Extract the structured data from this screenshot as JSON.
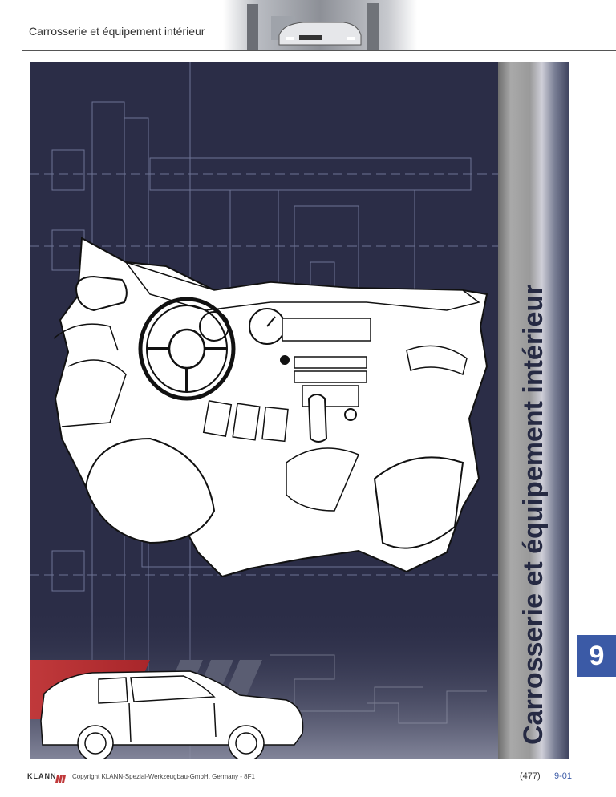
{
  "header": {
    "title": "Carrosserie et équipement intérieur"
  },
  "sidebar": {
    "title": "Carrosserie et équipement intérieur"
  },
  "chapter": {
    "number": "9"
  },
  "footer": {
    "logo": "KLANN",
    "copyright": "Copyright KLANN-Spezial-Werkzeugbau-GmbH, Germany - 8F1",
    "page_number": "(477)",
    "chapter_page": "9-01"
  },
  "colors": {
    "panel": "#2b2d47",
    "accent": "#3b5aa6",
    "red_band": "#c0393b"
  }
}
